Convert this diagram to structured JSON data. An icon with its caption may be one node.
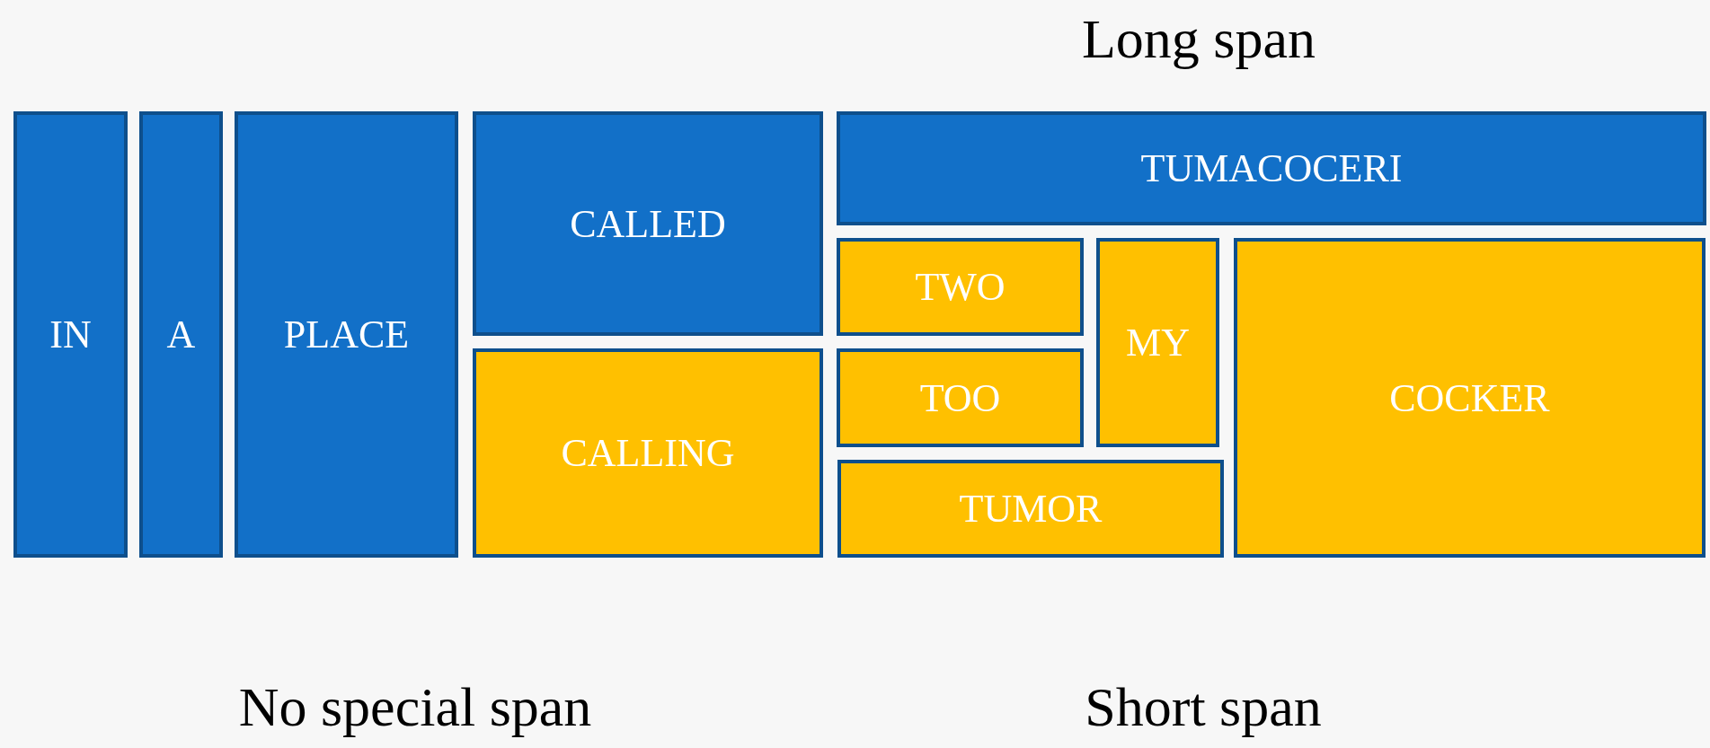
{
  "diagram": {
    "nodes": [
      {
        "text": [
          "IN"
        ]
      },
      {
        "text": [
          "A"
        ]
      },
      {
        "text": [
          "PLACE"
        ]
      },
      {
        "text": [
          "CALLED"
        ]
      },
      {
        "text": [
          "CALLING"
        ]
      },
      {
        "text": [
          "TUMACOCERI"
        ]
      },
      {
        "text": [
          "TWO"
        ]
      },
      {
        "text": [
          "TOO"
        ]
      },
      {
        "text": [
          "MY"
        ]
      },
      {
        "text": [
          "TUMOR"
        ]
      },
      {
        "text": [
          "COCKER"
        ]
      }
    ],
    "labels": [
      "Long span",
      "No special span",
      "Short span"
    ]
  }
}
